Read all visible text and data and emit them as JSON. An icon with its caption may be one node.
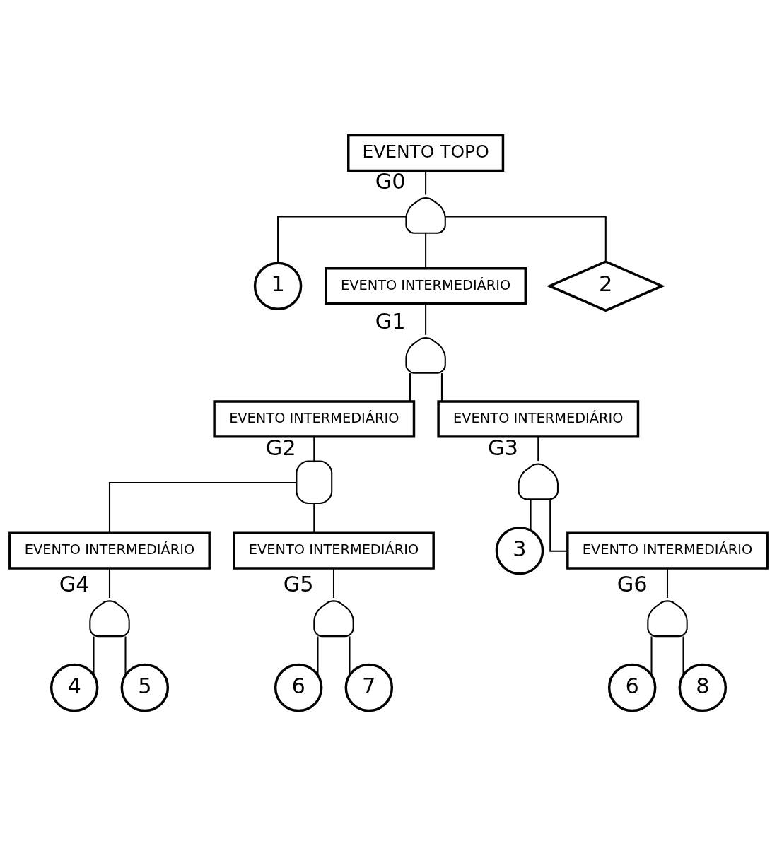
{
  "diagram": {
    "nodes": [
      {
        "text": [
          "EVENTO TOPO"
        ]
      },
      {
        "text": [],
        "shape": "or-gate",
        "beside": [
          "G0"
        ]
      },
      {
        "text": [
          "1"
        ]
      },
      {
        "text": [
          "EVENTO INTERMEDIÁRIO"
        ]
      },
      {
        "text": [
          "2"
        ]
      },
      {
        "text": [],
        "shape": "or-gate",
        "beside": [
          "G1"
        ]
      },
      {
        "text": [
          "EVENTO INTERMEDIÁRIO"
        ]
      },
      {
        "text": [
          "EVENTO INTERMEDIÁRIO"
        ]
      },
      {
        "text": [],
        "shape": "and-gate",
        "beside": [
          "G2"
        ]
      },
      {
        "text": [],
        "shape": "or-gate",
        "beside": [
          "G3"
        ]
      },
      {
        "text": [
          "EVENTO INTERMEDIÁRIO"
        ]
      },
      {
        "text": [
          "EVENTO INTERMEDIÁRIO"
        ]
      },
      {
        "text": [
          "3"
        ]
      },
      {
        "text": [
          "EVENTO INTERMEDIÁRIO"
        ]
      },
      {
        "text": [],
        "shape": "or-gate",
        "beside": [
          "G4"
        ]
      },
      {
        "text": [],
        "shape": "or-gate",
        "beside": [
          "G5"
        ]
      },
      {
        "text": [],
        "shape": "or-gate",
        "beside": [
          "G6"
        ]
      },
      {
        "text": [
          "4"
        ]
      },
      {
        "text": [
          "5"
        ]
      },
      {
        "text": [
          "6"
        ]
      },
      {
        "text": [
          "7"
        ]
      },
      {
        "text": [
          "6"
        ]
      },
      {
        "text": [
          "8"
        ]
      }
    ],
    "edges": [
      {
        "from": 0,
        "to": 1,
        "arrow": "none"
      },
      {
        "from": 1,
        "to": 2,
        "arrow": "none"
      },
      {
        "from": 1,
        "to": 3,
        "arrow": "none"
      },
      {
        "from": 1,
        "to": 4,
        "arrow": "none"
      },
      {
        "from": 3,
        "to": 5,
        "arrow": "none"
      },
      {
        "from": 5,
        "to": 6,
        "arrow": "none"
      },
      {
        "from": 5,
        "to": 7,
        "arrow": "none"
      },
      {
        "from": 6,
        "to": 8,
        "arrow": "none"
      },
      {
        "from": 7,
        "to": 9,
        "arrow": "none"
      },
      {
        "from": 8,
        "to": 10,
        "arrow": "none"
      },
      {
        "from": 8,
        "to": 11,
        "arrow": "none"
      },
      {
        "from": 9,
        "to": 12,
        "arrow": "none"
      },
      {
        "from": 9,
        "to": 13,
        "arrow": "none"
      },
      {
        "from": 10,
        "to": 14,
        "arrow": "none"
      },
      {
        "from": 11,
        "to": 15,
        "arrow": "none"
      },
      {
        "from": 13,
        "to": 16,
        "arrow": "none"
      },
      {
        "from": 14,
        "to": 17,
        "arrow": "none"
      },
      {
        "from": 14,
        "to": 18,
        "arrow": "none"
      },
      {
        "from": 15,
        "to": 19,
        "arrow": "none"
      },
      {
        "from": 15,
        "to": 20,
        "arrow": "none"
      },
      {
        "from": 16,
        "to": 21,
        "arrow": "none"
      },
      {
        "from": 16,
        "to": 22,
        "arrow": "none"
      }
    ]
  }
}
